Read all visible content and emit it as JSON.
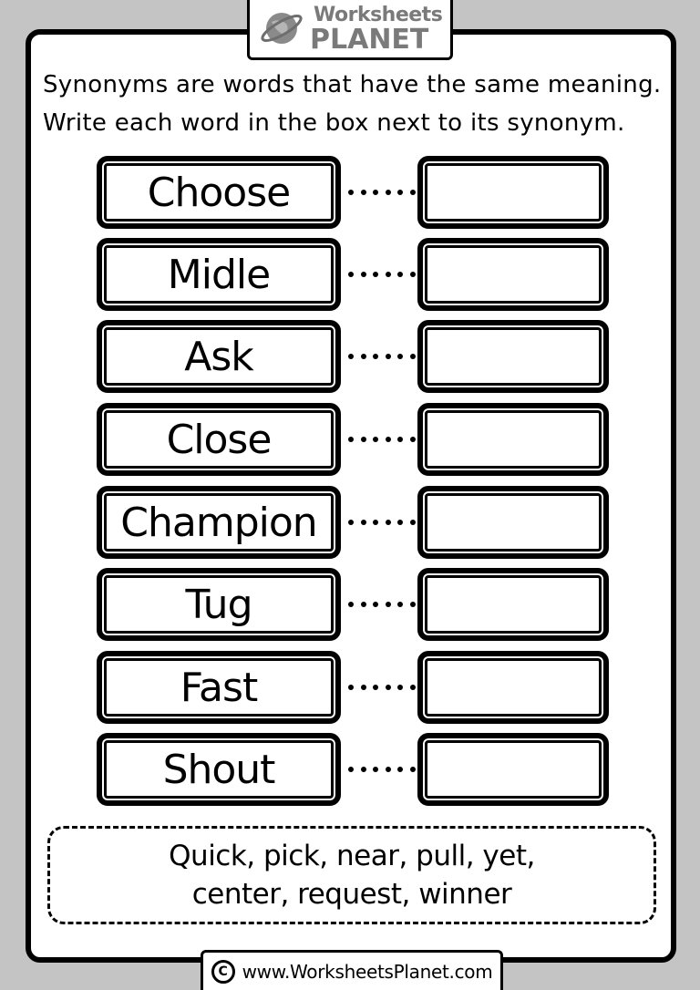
{
  "logo": {
    "line1": "Worksheets",
    "line2": "PLANET"
  },
  "instructions": {
    "line1": "Synonyms are words that have the same meaning.",
    "line2": "Write each word in the box next to its synonym."
  },
  "words": [
    {
      "word": "Choose"
    },
    {
      "word": "Midle"
    },
    {
      "word": "Ask"
    },
    {
      "word": "Close"
    },
    {
      "word": "Champion"
    },
    {
      "word": "Tug"
    },
    {
      "word": "Fast"
    },
    {
      "word": "Shout"
    }
  ],
  "word_bank": {
    "line1": "Quick, pick, near, pull, yet,",
    "line2": "center, request, winner"
  },
  "footer": {
    "copyright_symbol": "C",
    "url": "www.WorksheetsPlanet.com"
  }
}
